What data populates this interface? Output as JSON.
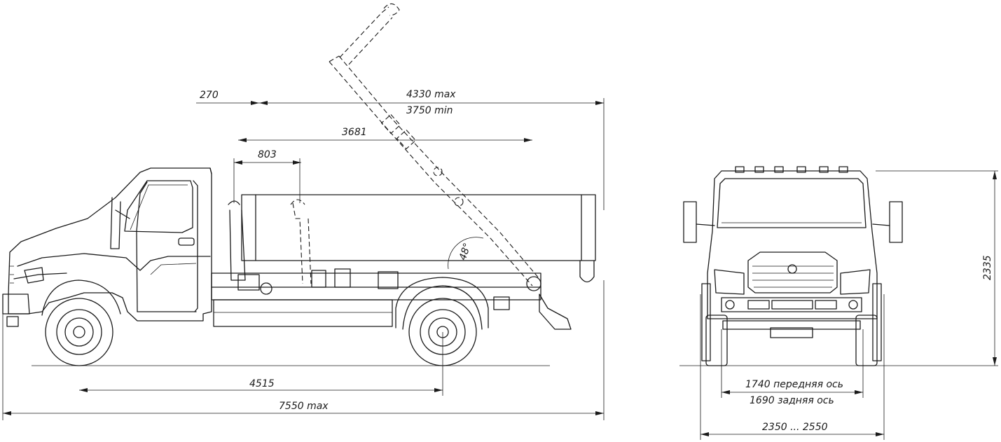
{
  "dimensions": {
    "overhang_front_offset": "270",
    "body_length_max": "4330 max",
    "body_length_min": "3750 min",
    "hook_reach": "3681",
    "hook_offset": "803",
    "tilt_angle": "48°",
    "wheelbase": "4515",
    "overall_length": "7550 max",
    "height": "2335",
    "track_front": "1740 передняя ось",
    "track_rear": "1690 задняя ось",
    "width": "2350 ... 2550"
  }
}
